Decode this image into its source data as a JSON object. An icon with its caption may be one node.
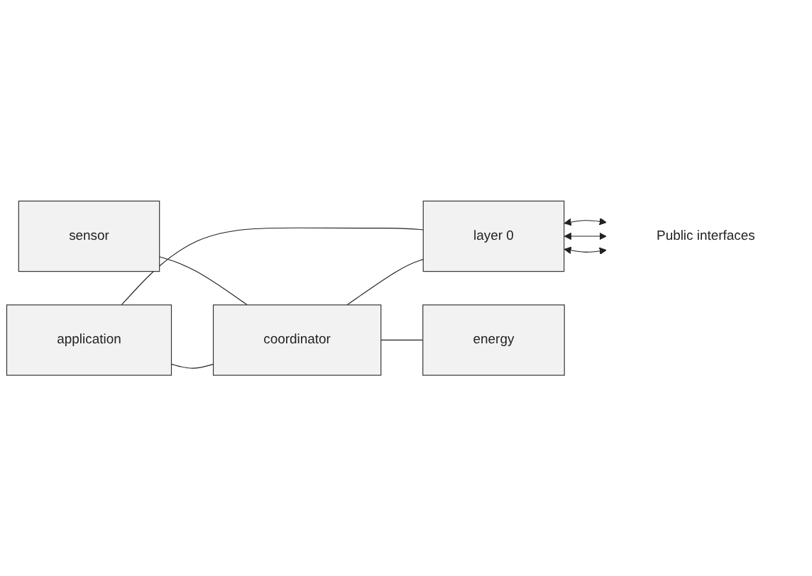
{
  "diagram": {
    "nodes": [
      {
        "text": [
          "application"
        ]
      },
      {
        "text": [
          "sensor"
        ]
      },
      {
        "text": [
          "coordinator"
        ]
      },
      {
        "text": [
          "layer 0"
        ]
      },
      {
        "text": [
          "Public interfaces"
        ]
      },
      {
        "text": [
          "energy"
        ]
      }
    ],
    "edges": [
      {
        "from": 0,
        "to": 2,
        "arrow": "none"
      },
      {
        "from": 1,
        "to": 2,
        "arrow": "none"
      },
      {
        "from": 2,
        "to": 3,
        "arrow": "none"
      },
      {
        "from": 0,
        "to": 3,
        "arrow": "none"
      },
      {
        "from": 2,
        "to": 5,
        "arrow": "none"
      },
      {
        "from": 3,
        "to": 4,
        "arrow": "both"
      },
      {
        "from": 3,
        "to": 4,
        "arrow": "both"
      },
      {
        "from": 3,
        "to": 4,
        "arrow": "both"
      }
    ]
  }
}
